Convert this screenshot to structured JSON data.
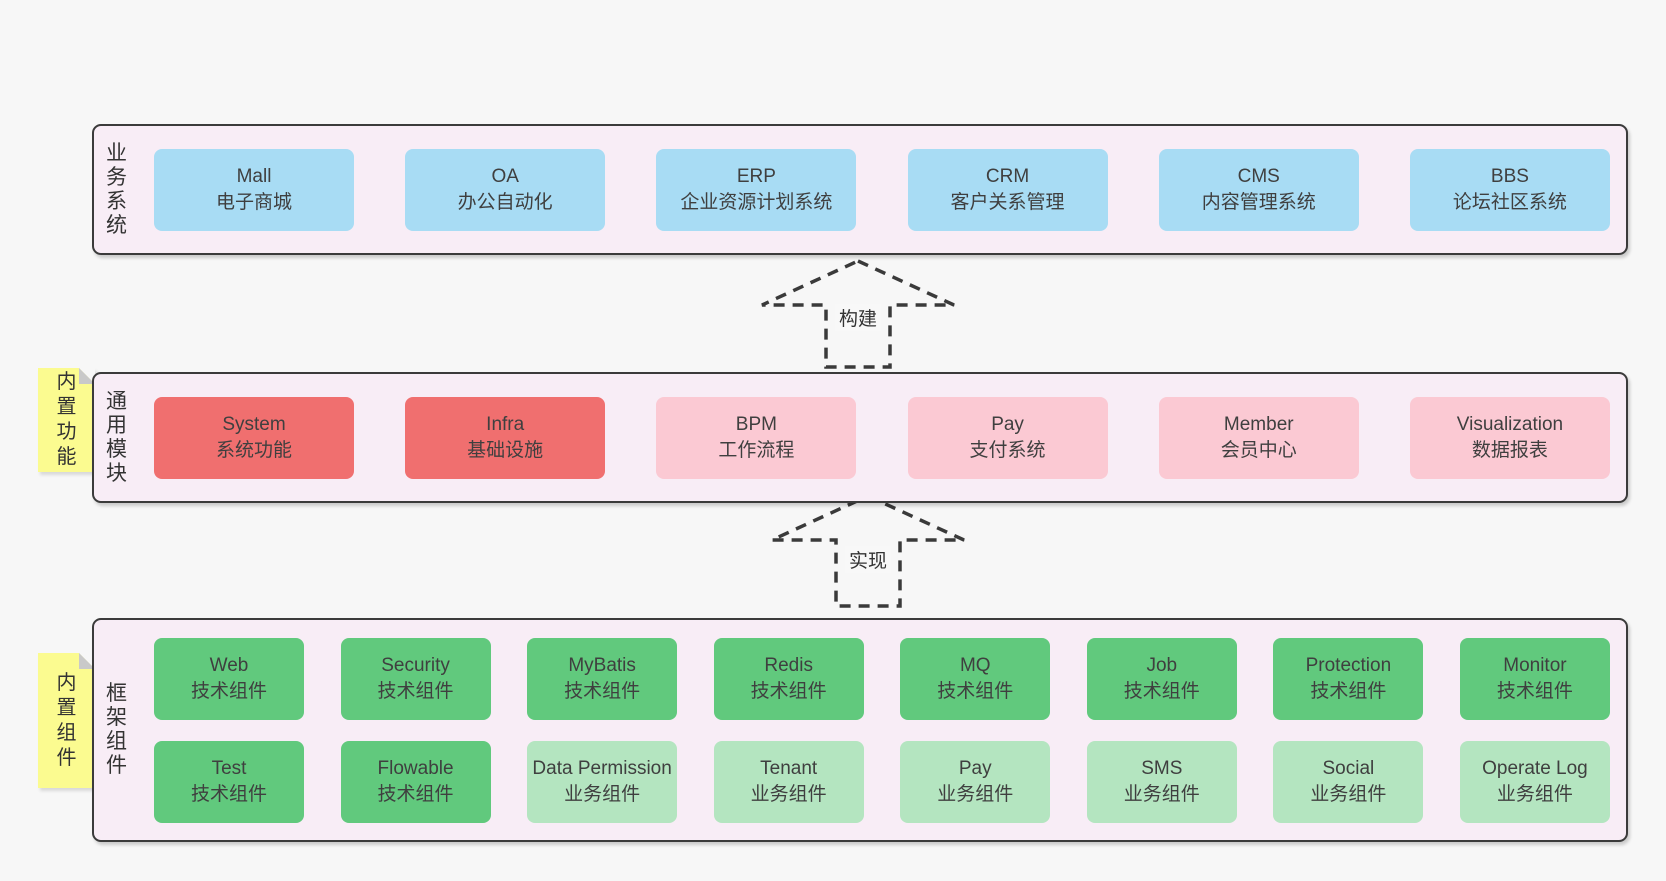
{
  "colors": {
    "page_bg": "#f7f7f7",
    "panel_bg": "#f8edf6",
    "panel_border": "#3b3b3b",
    "blue": "#a8dcf4",
    "red": "#f06f6f",
    "pink": "#fbc9d3",
    "green_dark": "#61c97d",
    "green_light": "#b4e5c0",
    "note_yellow": "#fbfb90",
    "text": "#3f3f3f"
  },
  "sections": {
    "business": {
      "label": "业务系统",
      "boxes": [
        {
          "name": "Mall",
          "desc": "电子商城"
        },
        {
          "name": "OA",
          "desc": "办公自动化"
        },
        {
          "name": "ERP",
          "desc": "企业资源计划系统"
        },
        {
          "name": "CRM",
          "desc": "客户关系管理"
        },
        {
          "name": "CMS",
          "desc": "内容管理系统"
        },
        {
          "name": "BBS",
          "desc": "论坛社区系统"
        }
      ]
    },
    "modules": {
      "label": "通用模块",
      "note": "内置功能",
      "boxes": [
        {
          "name": "System",
          "desc": "系统功能"
        },
        {
          "name": "Infra",
          "desc": "基础设施"
        },
        {
          "name": "BPM",
          "desc": "工作流程"
        },
        {
          "name": "Pay",
          "desc": "支付系统"
        },
        {
          "name": "Member",
          "desc": "会员中心"
        },
        {
          "name": "Visualization",
          "desc": "数据报表"
        }
      ]
    },
    "components": {
      "label": "框架组件",
      "note": "内置组件",
      "row1": [
        {
          "name": "Web",
          "desc": "技术组件"
        },
        {
          "name": "Security",
          "desc": "技术组件"
        },
        {
          "name": "MyBatis",
          "desc": "技术组件"
        },
        {
          "name": "Redis",
          "desc": "技术组件"
        },
        {
          "name": "MQ",
          "desc": "技术组件"
        },
        {
          "name": "Job",
          "desc": "技术组件"
        },
        {
          "name": "Protection",
          "desc": "技术组件"
        },
        {
          "name": "Monitor",
          "desc": "技术组件"
        }
      ],
      "row2": [
        {
          "name": "Test",
          "desc": "技术组件"
        },
        {
          "name": "Flowable",
          "desc": "技术组件"
        },
        {
          "name": "Data Permission",
          "desc": "业务组件"
        },
        {
          "name": "Tenant",
          "desc": "业务组件"
        },
        {
          "name": "Pay",
          "desc": "业务组件"
        },
        {
          "name": "SMS",
          "desc": "业务组件"
        },
        {
          "name": "Social",
          "desc": "业务组件"
        },
        {
          "name": "Operate Log",
          "desc": "业务组件"
        }
      ]
    }
  },
  "arrows": {
    "build": "构建",
    "implement": "实现"
  }
}
